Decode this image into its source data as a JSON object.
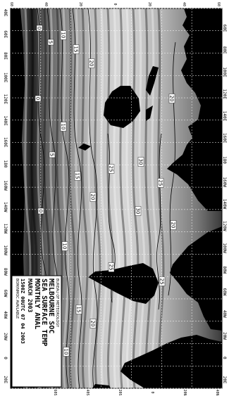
{
  "header": {
    "agency": "BUREAU OF METEOROLOGY",
    "line1": "MELBOURNE SOC",
    "line2": "SEA SURFACE TEMP",
    "line3": "MONTHLY ANAL",
    "line4": "MARCH 2003",
    "line5": "1500Z 00UTC 07 04 2003",
    "footer": "BOM/NMOC AVAILABLE"
  },
  "map": {
    "longitude_labels_bottom": [
      "40E",
      "60E",
      "80E",
      "100E",
      "120E",
      "140E",
      "160E",
      "180",
      "160W",
      "140W",
      "120W",
      "100W",
      "80W",
      "60W",
      "40W",
      "20W",
      "0",
      "20E"
    ],
    "longitude_labels_top": [
      "60E",
      "80E",
      "100E",
      "120E",
      "140E",
      "160E",
      "180",
      "160W",
      "140W",
      "120W",
      "100W",
      "80W",
      "60W",
      "40W",
      "20W",
      "0",
      "20E"
    ],
    "latitude_labels_left": [
      "60",
      "40",
      "20",
      "0",
      "20",
      "40",
      "60"
    ],
    "latitude_labels_right": [
      "40N",
      "20N",
      "0",
      "20S",
      "40S",
      "60S"
    ],
    "contour_values": [
      "0",
      "5",
      "10",
      "15",
      "20",
      "25",
      "30"
    ],
    "colors": {
      "land": "#000000",
      "ocean_warm": "#c8c8c8",
      "ocean_cold": "#2a2a2a",
      "grid": "#ffffff"
    }
  }
}
